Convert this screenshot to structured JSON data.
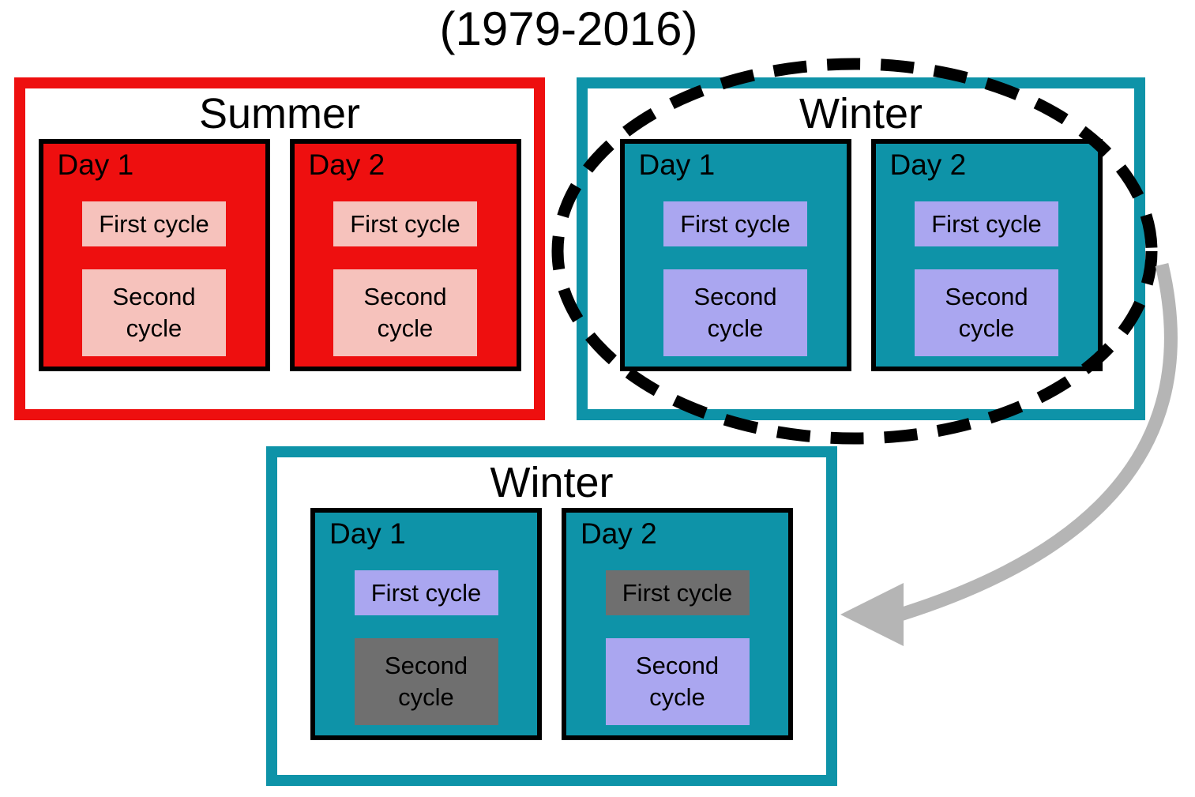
{
  "title": "(1979-2016)",
  "colors": {
    "red": "#ee0f0f",
    "teal": "#0e93a8",
    "pink": "#f6c2bc",
    "purple": "#aaa6f0",
    "gray": "#6f6f6f",
    "arrow": "#b5b5b5"
  },
  "panels": [
    {
      "label": "Summer",
      "theme": "red",
      "days": [
        {
          "label": "Day 1",
          "cells": [
            {
              "text": "First cycle",
              "state": "pink"
            },
            {
              "text": "Second cycle",
              "state": "pink"
            }
          ]
        },
        {
          "label": "Day 2",
          "cells": [
            {
              "text": "First cycle",
              "state": "pink"
            },
            {
              "text": "Second cycle",
              "state": "pink"
            }
          ]
        }
      ]
    },
    {
      "label": "Winter",
      "theme": "teal",
      "days": [
        {
          "label": "Day 1",
          "cells": [
            {
              "text": "First cycle",
              "state": "purple"
            },
            {
              "text": "Second cycle",
              "state": "purple"
            }
          ]
        },
        {
          "label": "Day 2",
          "cells": [
            {
              "text": "First cycle",
              "state": "purple"
            },
            {
              "text": "Second cycle",
              "state": "purple"
            }
          ]
        }
      ]
    },
    {
      "label": "Winter",
      "theme": "teal",
      "days": [
        {
          "label": "Day 1",
          "cells": [
            {
              "text": "First cycle",
              "state": "purple"
            },
            {
              "text": "Second cycle",
              "state": "gray"
            }
          ]
        },
        {
          "label": "Day 2",
          "cells": [
            {
              "text": "First cycle",
              "state": "gray"
            },
            {
              "text": "Second cycle",
              "state": "purple"
            }
          ]
        }
      ]
    }
  ],
  "annotations": {
    "ellipse": "dashed-selection-ellipse",
    "arrow": "curved-arrow-to-bottom-winter"
  }
}
